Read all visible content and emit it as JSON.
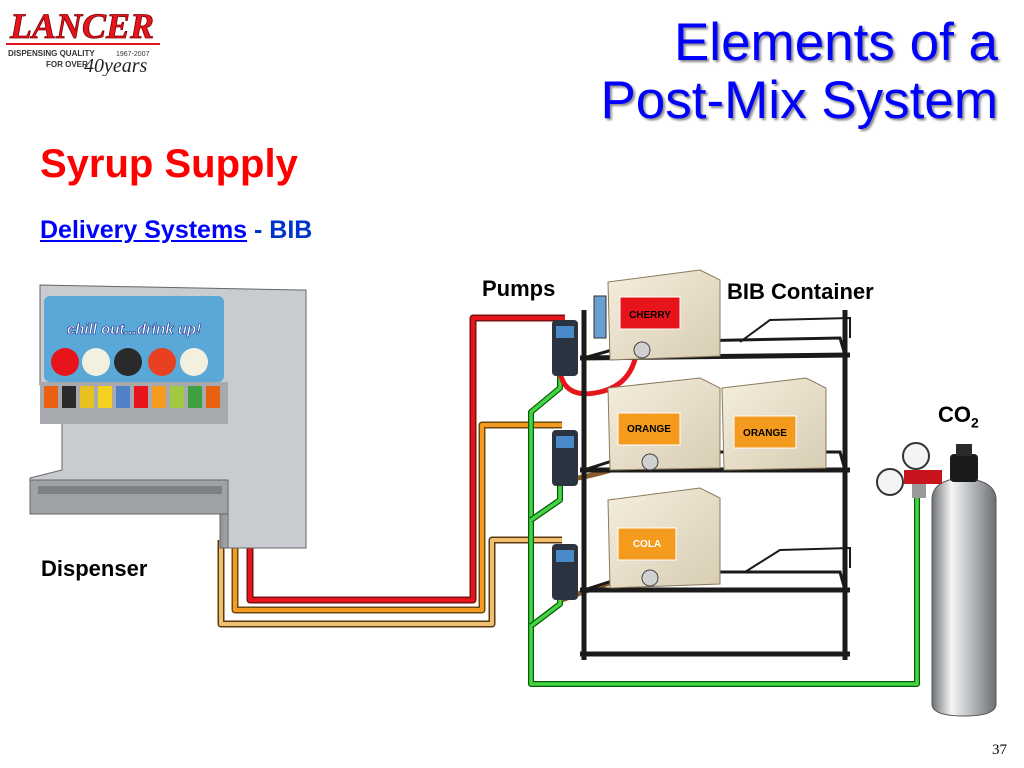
{
  "logo": {
    "name": "LANCER",
    "tagline_1": "DISPENSING QUALITY",
    "tagline_2": "FOR OVER",
    "years_range": "1967-2007",
    "years_script": "40years"
  },
  "title": {
    "line1": "Elements of a",
    "line2": "Post-Mix System"
  },
  "heading": "Syrup Supply",
  "subheading": {
    "link_text": "Delivery Systems",
    "suffix": " - BIB"
  },
  "labels": {
    "pumps": "Pumps",
    "bib_container": "BIB Container",
    "co2": "CO",
    "co2_sub": "2",
    "dispenser": "Dispenser"
  },
  "dispenser_banner": "chill out...drink up!",
  "boxes": [
    {
      "label": "CHERRY",
      "color": "#e8141c"
    },
    {
      "label": "ORANGE",
      "color": "#f49a1c"
    },
    {
      "label": "ORANGE",
      "color": "#f49a1c"
    },
    {
      "label": "COLA",
      "color": "#f49a1c"
    }
  ],
  "line_colors": {
    "syrup_red": "#e8141c",
    "syrup_orange": "#f49a1c",
    "co2_green": "#42d642",
    "syrup_brown": "#8a5a2a"
  },
  "page_number": "37"
}
